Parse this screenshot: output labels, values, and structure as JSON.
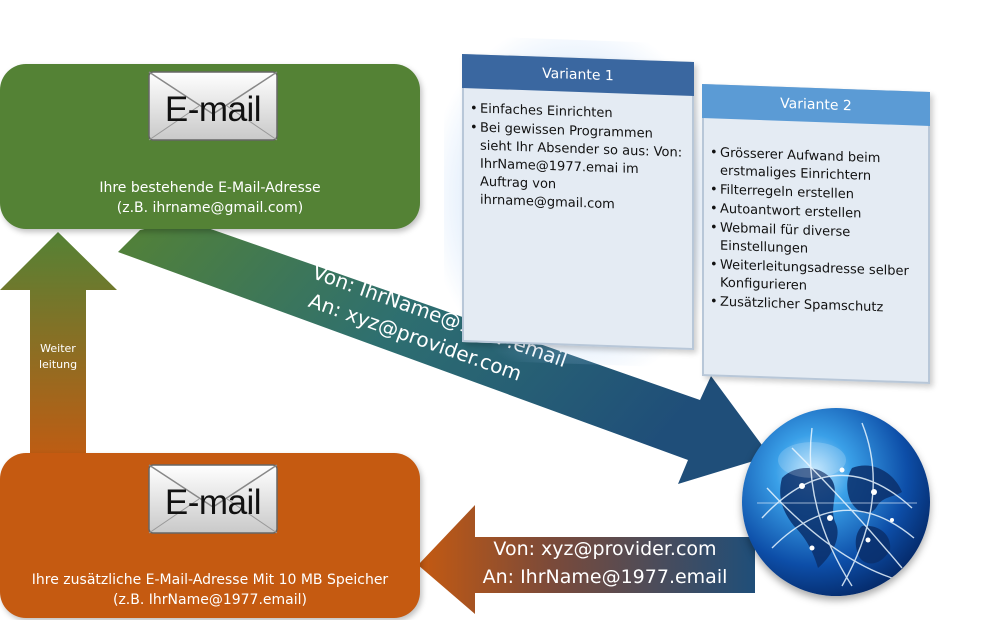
{
  "green_box": {
    "envelope_label": "E-mail",
    "line1": "Ihre bestehende E-Mail-Adresse",
    "line2": "(z.B. ihrname@gmail.com)"
  },
  "orange_box": {
    "envelope_label": "E-mail",
    "line1": "Ihre zusätzliche E-Mail-Adresse Mit 10 MB Speicher",
    "line2": "(z.B. IhrName@1977.email)"
  },
  "forward_arrow": {
    "line1": "Weiter",
    "line2": "leitung"
  },
  "diagonal_arrow": {
    "line1": "Von: IhrName@1977.email",
    "line2": "An: xyz@provider.com"
  },
  "bottom_arrow": {
    "line1": "Von: xyz@provider.com",
    "line2": "An: IhrName@1977.email"
  },
  "variante1": {
    "title": "Variante 1",
    "items": [
      "Einfaches Einrichten",
      "Bei gewissen Programmen sieht Ihr Absender so aus: Von: IhrName@1977.emai im Auftrag von ihrname@gmail.com"
    ]
  },
  "variante2": {
    "title": "Variante 2",
    "items": [
      "Grösserer Aufwand beim erstmaliges Einrichtern",
      "Filterregeln erstellen",
      "Autoantwort erstellen",
      "Webmail für diverse Einstellungen",
      "Weiterleitungsadresse selber Konfigurieren",
      "Zusätzlicher Spamschutz"
    ]
  },
  "colors": {
    "green": "#548235",
    "orange": "#c55a11",
    "blue_dark": "#1f4e79",
    "variante1_header": "#3a67a0",
    "variante2_header": "#5b9bd5"
  },
  "icons": [
    "envelope-icon",
    "globe-icon"
  ]
}
